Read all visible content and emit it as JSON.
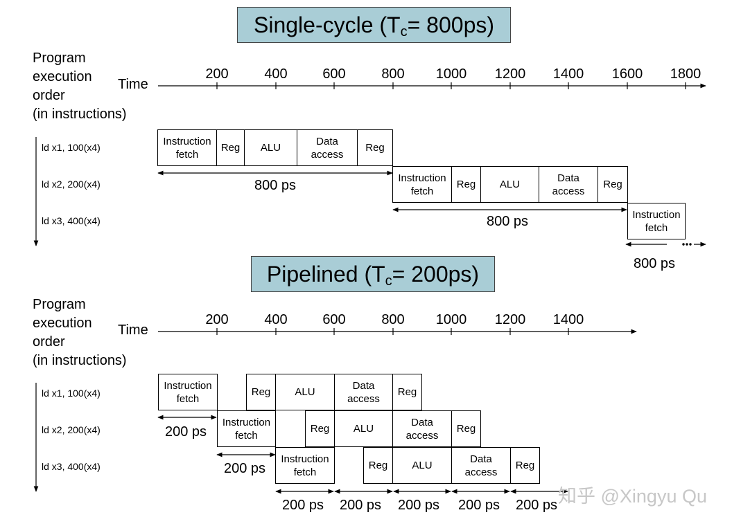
{
  "titles": {
    "single": {
      "main": "Single-cycle (T",
      "sub": "c",
      "rest": "= 800ps)"
    },
    "pipe": {
      "main": "Pipelined (T",
      "sub": "c",
      "rest": "= 200ps)"
    }
  },
  "axis": {
    "order_lines": [
      "Program",
      "execution",
      "order",
      "(in instructions)"
    ],
    "time_label": "Time",
    "single_ticks": [
      "200",
      "400",
      "600",
      "800",
      "1000",
      "1200",
      "1400",
      "1600",
      "1800"
    ],
    "pipe_ticks": [
      "200",
      "400",
      "600",
      "800",
      "1000",
      "1200",
      "1400"
    ]
  },
  "instructions": [
    "ld x1, 100(x4)",
    "ld x2, 200(x4)",
    "ld x3, 400(x4)"
  ],
  "stages": {
    "fetch": "Instruction\nfetch",
    "reg": "Reg",
    "alu": "ALU",
    "mem": "Data\naccess"
  },
  "durations": {
    "single": "800 ps",
    "pipe": "200 ps"
  },
  "watermark": "知乎 @Xingyu Qu"
}
